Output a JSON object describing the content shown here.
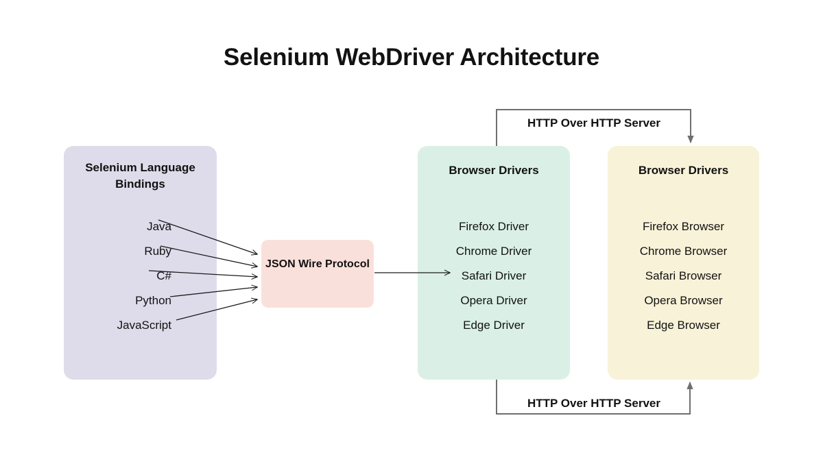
{
  "title": "Selenium WebDriver Architecture",
  "bindings": {
    "title": "Selenium Language Bindings",
    "languages": [
      "Java",
      "Ruby",
      "C#",
      "Python",
      "JavaScript"
    ]
  },
  "protocol": {
    "title": "JSON Wire Protocol"
  },
  "drivers": {
    "title": "Browser Drivers",
    "items": [
      "Firefox Driver",
      "Chrome Driver",
      "Safari Driver",
      "Opera Driver",
      "Edge Driver"
    ]
  },
  "browsers": {
    "title": "Browser Drivers",
    "items": [
      "Firefox Browser",
      "Chrome Browser",
      "Safari Browser",
      "Opera Browser",
      "Edge Browser"
    ]
  },
  "connectors": {
    "top_label": "HTTP Over HTTP Server",
    "bottom_label": "HTTP Over HTTP Server"
  },
  "colors": {
    "bindings_bg": "#dedcea",
    "protocol_bg": "#fae0db",
    "drivers_bg": "#daf0e6",
    "browsers_bg": "#f8f2d8",
    "connector_line": "#6f6f6f",
    "arrow_line": "#1a1a1a",
    "text": "#111111",
    "page_bg": "#ffffff"
  }
}
